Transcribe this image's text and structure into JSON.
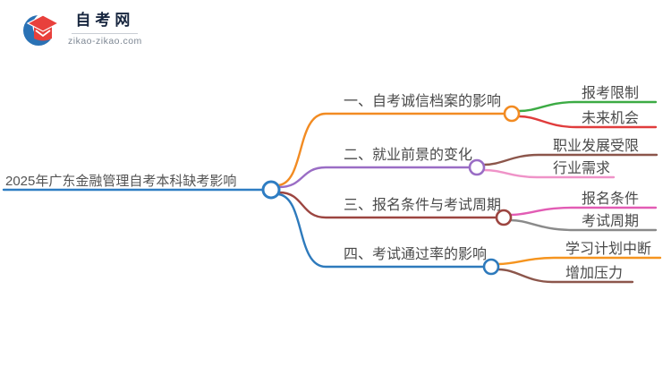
{
  "logo": {
    "title": "自考网",
    "domain": "zikao-zikao.com",
    "crescent_color": "#2a72b5",
    "cap_color": "#e8403c"
  },
  "mindmap": {
    "root": {
      "label": "2025年广东金融管理自考本科缺考影响",
      "color": "#2e7dc3"
    },
    "branches": [
      {
        "label": "一、自考诚信档案的影响",
        "color": "#f28b22",
        "children": [
          {
            "label": "报考限制",
            "color": "#3cab44"
          },
          {
            "label": "未来机会",
            "color": "#e03c3c"
          }
        ]
      },
      {
        "label": "二、就业前景的变化",
        "color": "#9a6dc5",
        "children": [
          {
            "label": "职业发展受限",
            "color": "#8c564b"
          },
          {
            "label": "行业需求",
            "color": "#ef93c8"
          }
        ]
      },
      {
        "label": "三、报名条件与考试周期",
        "color": "#9c4540",
        "children": [
          {
            "label": "报名条件",
            "color": "#e25cb4"
          },
          {
            "label": "考试周期",
            "color": "#8a8a8a"
          }
        ]
      },
      {
        "label": "四、考试通过率的影响",
        "color": "#2e7abc",
        "children": [
          {
            "label": "学习计划中断",
            "color": "#f5941f"
          },
          {
            "label": "增加压力",
            "color": "#8c564b"
          }
        ]
      }
    ]
  }
}
